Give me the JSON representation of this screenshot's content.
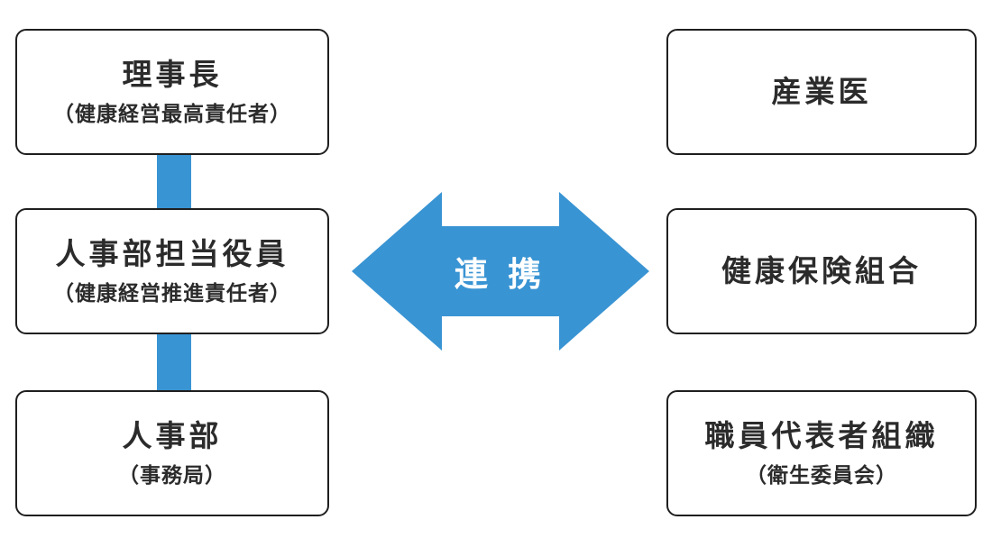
{
  "colors": {
    "accent_blue": "#3994d3",
    "box_border": "#1f1f1f",
    "text_dark": "#2b2b2b",
    "arrow_label_text": "#ffffff",
    "background": "#ffffff"
  },
  "diagram": {
    "left_column": [
      {
        "title": "理事長",
        "subtitle": "（健康経営最高責任者）"
      },
      {
        "title": "人事部担当役員",
        "subtitle": "（健康経営推進責任者）"
      },
      {
        "title": "人事部",
        "subtitle": "（事務局）"
      }
    ],
    "right_column": [
      {
        "title": "産業医",
        "subtitle": ""
      },
      {
        "title": "健康保険組合",
        "subtitle": ""
      },
      {
        "title": "職員代表者組織",
        "subtitle": "（衛生委員会）"
      }
    ],
    "link_arrow": {
      "label": "連 携"
    }
  }
}
